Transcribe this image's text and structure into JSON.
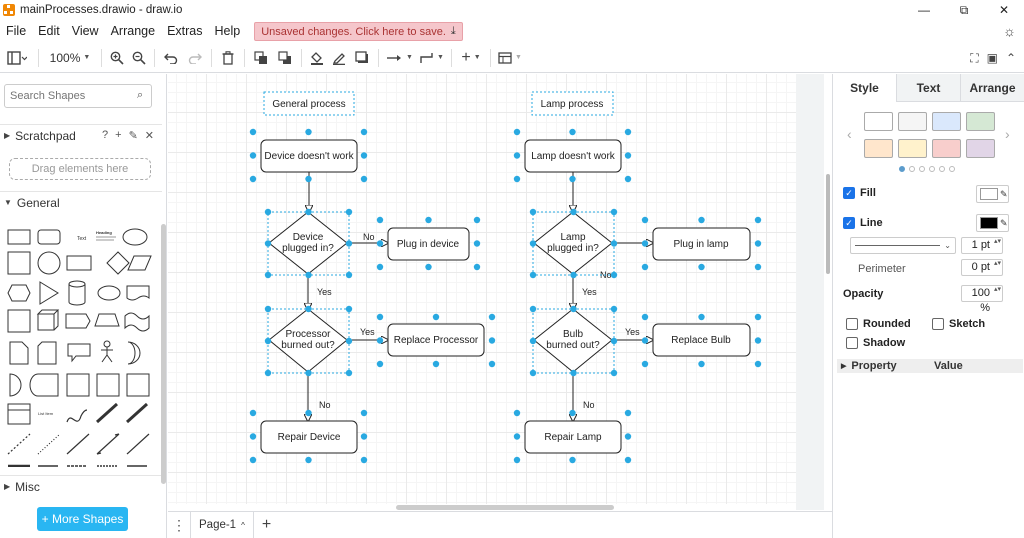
{
  "window": {
    "title": "mainProcesses.drawio - draw.io",
    "controls": [
      "—",
      "⧉",
      "✕"
    ]
  },
  "menu": {
    "items": [
      "File",
      "Edit",
      "View",
      "Arrange",
      "Extras",
      "Help"
    ],
    "unsaved_label": "Unsaved changes. Click here to save."
  },
  "toolbar": {
    "zoom": "100%"
  },
  "sidebar": {
    "search_placeholder": "Search Shapes",
    "scratchpad_label": "Scratchpad",
    "drag_hint": "Drag elements here",
    "general_label": "General",
    "misc_label": "Misc",
    "more_shapes_label": "+ More Shapes",
    "palette_text_label": "Text",
    "palette_heading_label": "Heading",
    "palette_list_label": "List Item"
  },
  "diagram": {
    "left": {
      "title": "General process",
      "start": "Device doesn't work",
      "q1": [
        "Device",
        "plugged in?"
      ],
      "a1": "Plug in device",
      "q1_branch": "No",
      "q1_yes": "Yes",
      "q2": [
        "Processor",
        "burned out?"
      ],
      "a2": "Replace Processor",
      "q2_branch": "Yes",
      "q2_no": "No",
      "end": "Repair Device"
    },
    "right": {
      "title": "Lamp process",
      "start": "Lamp doesn't work",
      "q1": [
        "Lamp",
        "plugged in?"
      ],
      "a1": "Plug in lamp",
      "q1_branch": "No",
      "q1_yes": "Yes",
      "q2": [
        "Bulb",
        "burned out?"
      ],
      "a2": "Replace Bulb",
      "q2_branch": "Yes",
      "q2_no": "No",
      "end": "Repair Lamp"
    }
  },
  "pages": {
    "current": "Page-1"
  },
  "format_panel": {
    "tabs": [
      "Style",
      "Text",
      "Arrange"
    ],
    "fill_label": "Fill",
    "line_label": "Line",
    "line_width": "1 pt",
    "perimeter_label": "Perimeter",
    "perimeter_value": "0 pt",
    "opacity_label": "Opacity",
    "opacity_value": "100 %",
    "rounded_label": "Rounded",
    "sketch_label": "Sketch",
    "shadow_label": "Shadow",
    "property_header": "Property",
    "value_header": "Value",
    "swatches": [
      "#ffffff",
      "#f5f5f5",
      "#dae8fc",
      "#d5e8d4",
      "#ffe6cc",
      "#fff2cc",
      "#f8cecc",
      "#e1d5e7"
    ],
    "line_color": "#000000",
    "fill_color": "#ffffff"
  },
  "colors": {
    "accent": "#29b6f2",
    "unsaved_bg": "#f5c6cb",
    "selection_handle": "#29a9e1"
  }
}
